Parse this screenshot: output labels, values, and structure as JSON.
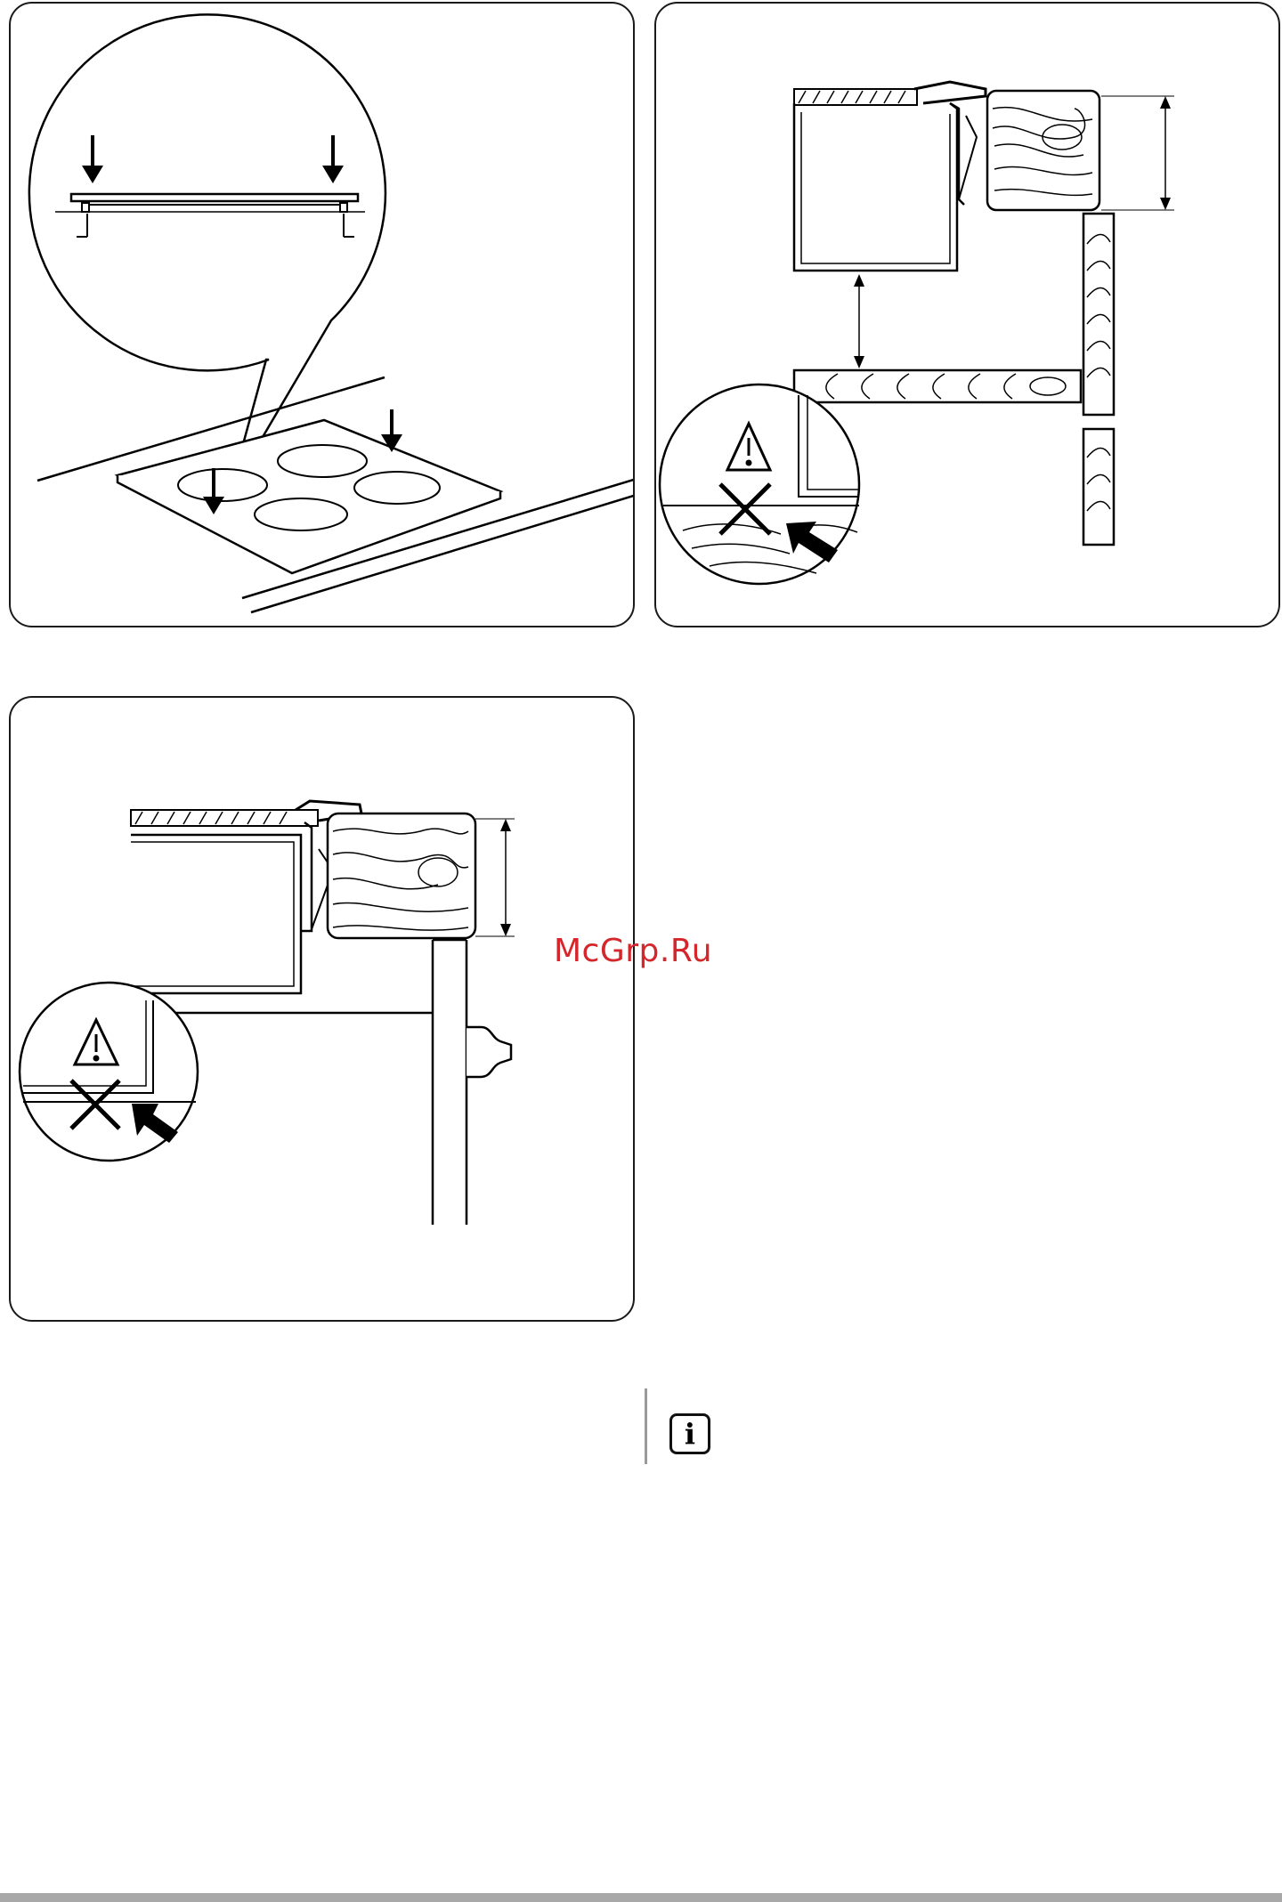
{
  "watermark": {
    "text": "McGrp.Ru",
    "color": "#d4262b"
  },
  "figures": [
    {
      "id": "fig-hob-placement",
      "icon": "hob-installation-arrows"
    },
    {
      "id": "fig-cabinet-gap",
      "icon": "warning-triangle-icon"
    },
    {
      "id": "fig-drawer-clearance",
      "icon": "warning-triangle-icon"
    }
  ],
  "note": {
    "icon": "info-icon",
    "glyph": "i"
  }
}
